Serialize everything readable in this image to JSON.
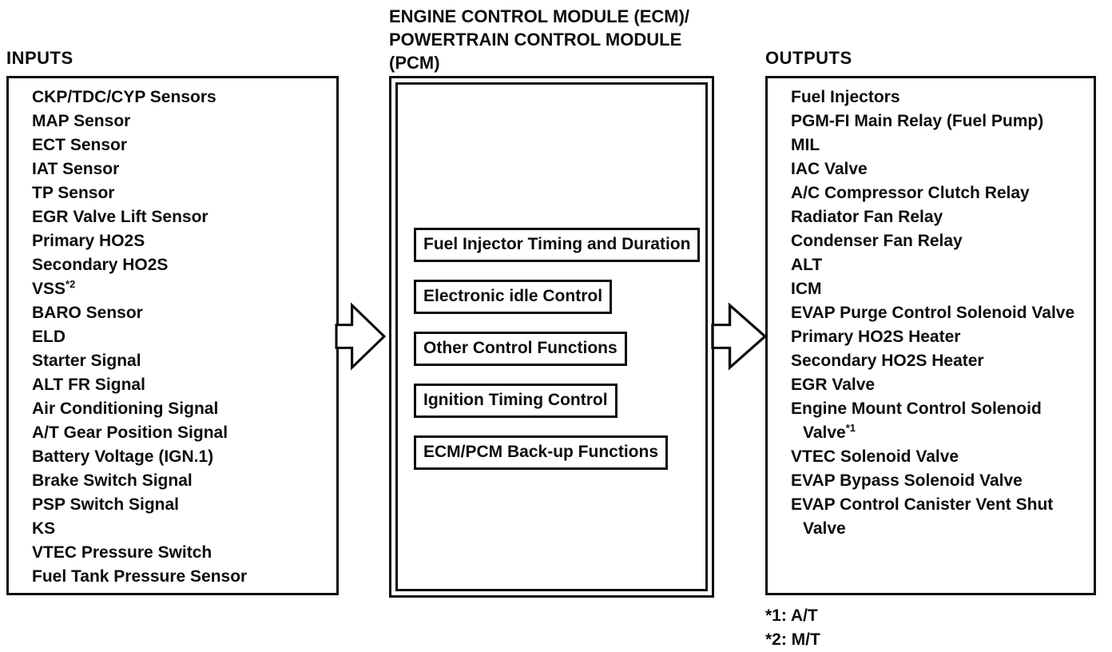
{
  "colors": {
    "ink": "#0d0d0d",
    "paper": "#ffffff"
  },
  "inputs": {
    "title": "INPUTS",
    "items": [
      {
        "text": "CKP/TDC/CYP Sensors"
      },
      {
        "text": "MAP Sensor"
      },
      {
        "text": "ECT Sensor"
      },
      {
        "text": "IAT Sensor"
      },
      {
        "text": "TP Sensor"
      },
      {
        "text": "EGR Valve Lift Sensor"
      },
      {
        "text": "Primary HO2S"
      },
      {
        "text": "Secondary HO2S"
      },
      {
        "text": "VSS",
        "sup": "*2"
      },
      {
        "text": "BARO Sensor"
      },
      {
        "text": "ELD"
      },
      {
        "text": "Starter Signal"
      },
      {
        "text": "ALT FR Signal"
      },
      {
        "text": "Air Conditioning Signal"
      },
      {
        "text": "A/T Gear Position Signal"
      },
      {
        "text": "Battery Voltage (IGN.1)"
      },
      {
        "text": "Brake Switch Signal"
      },
      {
        "text": "PSP Switch Signal"
      },
      {
        "text": "KS"
      },
      {
        "text": "VTEC Pressure Switch"
      },
      {
        "text": "Fuel Tank Pressure Sensor"
      }
    ]
  },
  "ecm": {
    "title_lines": [
      "ENGINE CONTROL MODULE (ECM)/",
      "POWERTRAIN CONTROL MODULE",
      "(PCM)"
    ],
    "functions": [
      {
        "text": "Fuel Injector Timing and Duration"
      },
      {
        "text": "Electronic idle Control"
      },
      {
        "text": "Other Control Functions"
      },
      {
        "text": "Ignition Timing Control"
      },
      {
        "text": "ECM/PCM Back-up Functions"
      }
    ]
  },
  "outputs": {
    "title": "OUTPUTS",
    "items": [
      {
        "text": "Fuel Injectors"
      },
      {
        "text": "PGM-FI Main Relay (Fuel Pump)"
      },
      {
        "text": "MIL"
      },
      {
        "text": "IAC Valve"
      },
      {
        "text": "A/C Compressor Clutch Relay"
      },
      {
        "text": "Radiator Fan Relay"
      },
      {
        "text": "Condenser Fan Relay"
      },
      {
        "text": "ALT"
      },
      {
        "text": "ICM"
      },
      {
        "text": "EVAP Purge Control Solenoid Valve"
      },
      {
        "text": "Primary HO2S Heater"
      },
      {
        "text": "Secondary HO2S Heater"
      },
      {
        "text": "EGR Valve"
      },
      {
        "text": "Engine Mount Control Solenoid Valve",
        "sup": "*1"
      },
      {
        "text": "VTEC Solenoid Valve"
      },
      {
        "text": "EVAP Bypass Solenoid Valve"
      },
      {
        "text": "EVAP Control Canister Vent Shut Valve"
      }
    ]
  },
  "footnotes": [
    {
      "text": "*1: A/T"
    },
    {
      "text": "*2: M/T"
    }
  ]
}
